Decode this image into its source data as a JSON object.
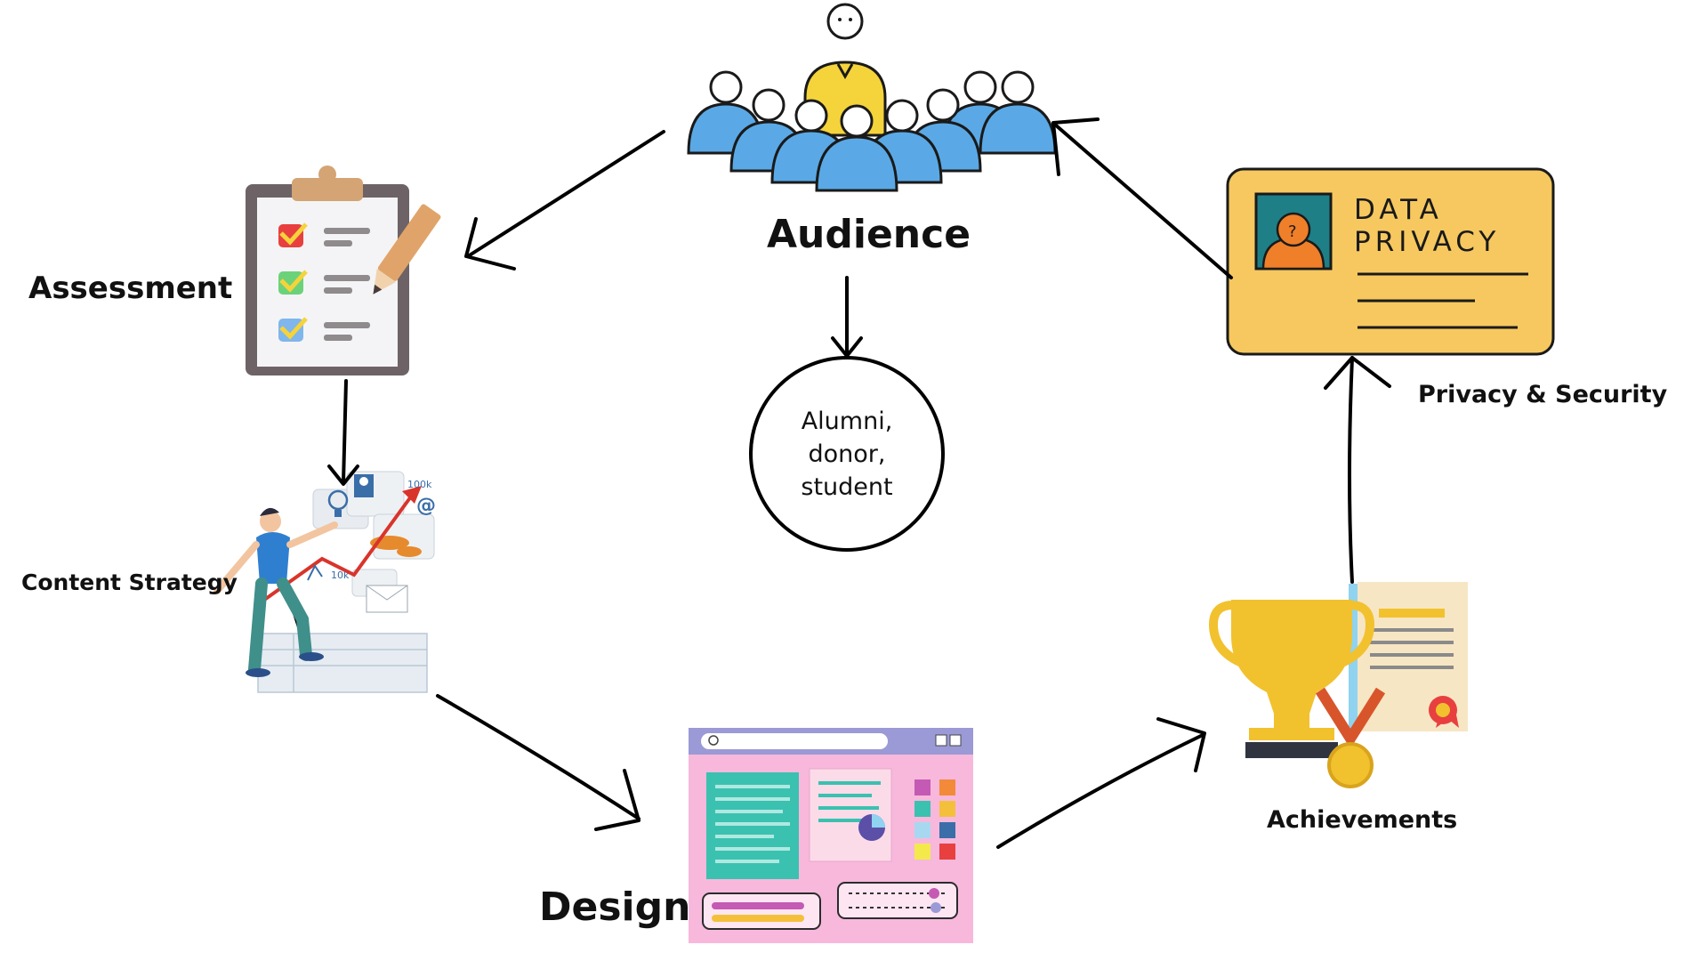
{
  "nodes": {
    "audience": {
      "label": "Audience"
    },
    "assessment": {
      "label": "Assessment"
    },
    "content_strategy": {
      "label": "Content Strategy"
    },
    "design": {
      "label": "Design"
    },
    "achievements": {
      "label": "Achievements"
    },
    "privacy": {
      "label": "Privacy & Security"
    }
  },
  "audience_types": [
    "Alumni,",
    "donor,",
    "student"
  ],
  "privacy_card": {
    "line1": "DATA",
    "line2": "PRIVACY"
  },
  "growth_chart": {
    "low": "10k",
    "high": "100k"
  },
  "colors": {
    "audience_blue": "#5aa9e6",
    "presenter_yellow": "#f5d33b",
    "card_yellow": "#f6c85f",
    "design_pink": "#f7b8dc",
    "trophy_gold": "#f2c12e"
  }
}
